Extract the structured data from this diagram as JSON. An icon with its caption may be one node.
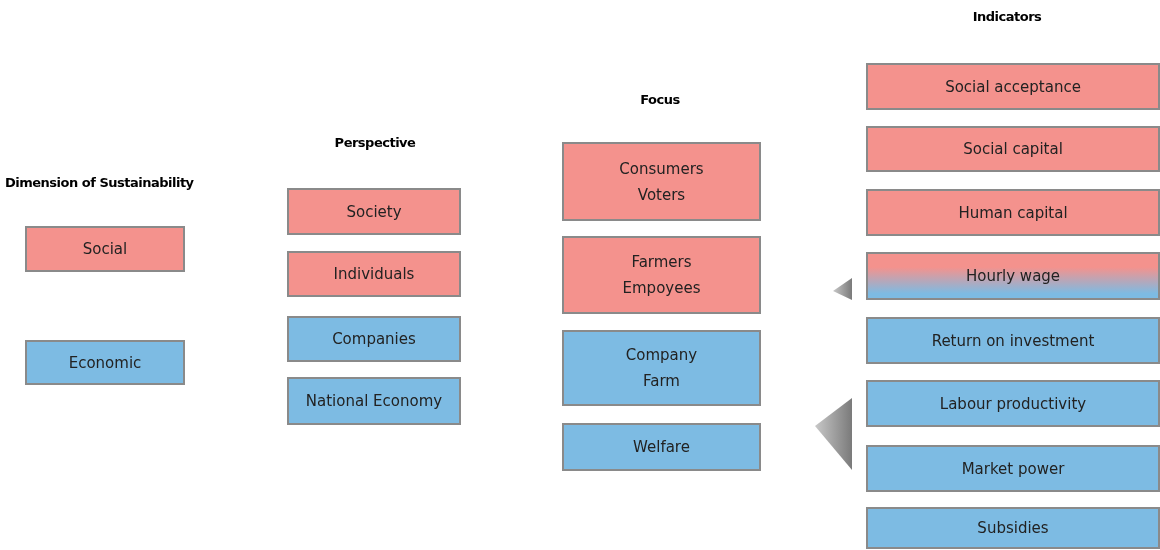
{
  "diagram": {
    "nodes": [
      {
        "text": [
          "Social"
        ]
      },
      {
        "text": [
          "Economic"
        ]
      },
      {
        "text": [
          "Society"
        ]
      },
      {
        "text": [
          "Individuals"
        ]
      },
      {
        "text": [
          "Companies"
        ]
      },
      {
        "text": [
          "National Economy"
        ]
      },
      {
        "text": [
          "Consumers Voters"
        ]
      },
      {
        "text": [
          "Farmers Empoyees"
        ]
      },
      {
        "text": [
          "Company Farm"
        ]
      },
      {
        "text": [
          "Welfare"
        ]
      },
      {
        "text": [
          "Social acceptance"
        ]
      },
      {
        "text": [
          "Social capital"
        ]
      },
      {
        "text": [
          "Human capital"
        ]
      },
      {
        "text": [
          "Hourly wage"
        ]
      },
      {
        "text": [
          "Return on investment"
        ]
      },
      {
        "text": [
          "Labour productivity"
        ]
      },
      {
        "text": [
          "Market power"
        ]
      },
      {
        "text": [
          "Subsidies"
        ]
      }
    ],
    "labels": [
      "Dimension of Sustainability",
      "Perspective",
      "Focus",
      "Indicators"
    ]
  }
}
